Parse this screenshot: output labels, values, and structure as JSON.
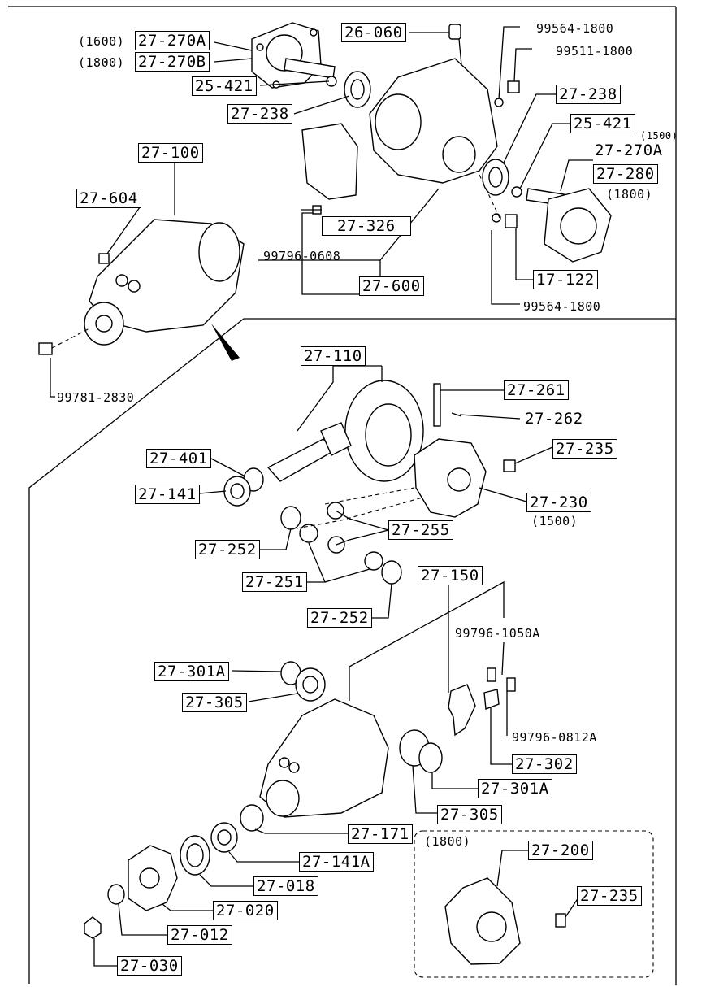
{
  "labels": {
    "l_1600a": "(1600)",
    "l_27270A_top": "27-270A",
    "l_1800a": "(1800)",
    "l_27270B": "27-270B",
    "l_25421_top": "25-421",
    "l_27238_top": "27-238",
    "l_26060": "26-060",
    "l_99564_1800_a": "99564-1800",
    "l_99511_1800": "99511-1800",
    "l_27238_right": "27-238",
    "l_25421_right": "25-421",
    "l_1500_right": "(1500)",
    "l_27270A_right": "27-270A",
    "l_27280": "27-280",
    "l_1800_right": "(1800)",
    "l_27100": "27-100",
    "l_27604": "27-604",
    "l_27326": "27-326",
    "l_99796_0608": "99796-0608",
    "l_27600": "27-600",
    "l_17122": "17-122",
    "l_99564_1800_b": "99564-1800",
    "l_99781_2830": "99781-2830",
    "l_27110": "27-110",
    "l_27261": "27-261",
    "l_27262": "27-262",
    "l_27235_a": "27-235",
    "l_27401": "27-401",
    "l_27141": "27-141",
    "l_27230": "27-230",
    "l_1500_b": "(1500)",
    "l_27255": "27-255",
    "l_27252_a": "27-252",
    "l_27251": "27-251",
    "l_27252_b": "27-252",
    "l_27150": "27-150",
    "l_99796_1050A": "99796-1050A",
    "l_27301A_a": "27-301A",
    "l_27305_a": "27-305",
    "l_99796_0812A": "99796-0812A",
    "l_27302": "27-302",
    "l_27301A_b": "27-301A",
    "l_27305_b": "27-305",
    "l_27171": "27-171",
    "l_1800_box": "(1800)",
    "l_27141A": "27-141A",
    "l_27200": "27-200",
    "l_27018": "27-018",
    "l_27235_b": "27-235",
    "l_27020": "27-020",
    "l_27012": "27-012",
    "l_27030": "27-030"
  }
}
